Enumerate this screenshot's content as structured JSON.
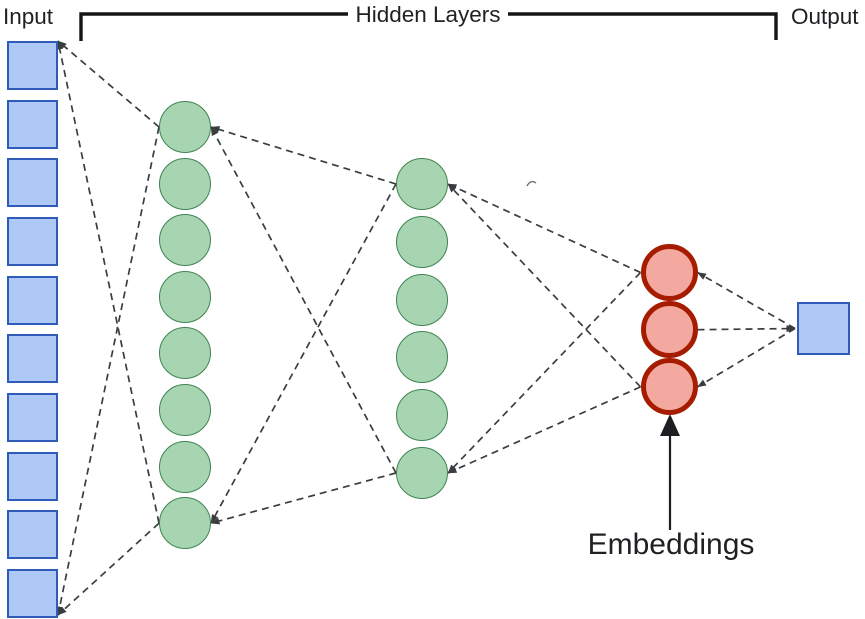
{
  "diagram": {
    "kind": "neural-network-autoencoder",
    "labels": {
      "input": "Input",
      "hidden_layers": "Hidden Layers",
      "output": "Output",
      "embeddings": "Embeddings"
    },
    "colors": {
      "node_blue_fill": "#aec9f5",
      "node_blue_border": "#2e5cb8",
      "node_green_fill": "#a7d5b1",
      "node_green_border": "#3f8452",
      "node_red_fill": "#f3a8a0",
      "node_red_border": "#a61c00",
      "connector": "#3a3d40",
      "annotation": "#1c1e21"
    },
    "layers": [
      {
        "id": "input",
        "role": "input layer",
        "node_count": 10,
        "node_shape": "square",
        "fill": "#aec9f5",
        "border": "#2e5cb8"
      },
      {
        "id": "hidden1",
        "role": "hidden layer 1",
        "node_count": 8,
        "node_shape": "circle",
        "fill": "#a7d5b1",
        "border": "#3f8452"
      },
      {
        "id": "hidden2",
        "role": "hidden layer 2",
        "node_count": 6,
        "node_shape": "circle",
        "fill": "#a7d5b1",
        "border": "#3f8452"
      },
      {
        "id": "embeddings",
        "role": "embedding layer",
        "node_count": 3,
        "node_shape": "circle",
        "fill": "#f3a8a0",
        "border": "#a61c00"
      },
      {
        "id": "output",
        "role": "output layer",
        "node_count": 1,
        "node_shape": "square",
        "fill": "#aec9f5",
        "border": "#2e5cb8"
      }
    ],
    "edges": [
      {
        "from": "input.top",
        "to": "hidden1.0",
        "arrow_at": "from"
      },
      {
        "from": "input.top",
        "to": "hidden1.7",
        "arrow_at": "from"
      },
      {
        "from": "input.bottom",
        "to": "hidden1.0",
        "arrow_at": "from"
      },
      {
        "from": "input.bottom",
        "to": "hidden1.7",
        "arrow_at": "from"
      },
      {
        "from": "hidden1.0",
        "to": "hidden2.0",
        "arrow_at": "from"
      },
      {
        "from": "hidden1.0",
        "to": "hidden2.5",
        "arrow_at": "from"
      },
      {
        "from": "hidden1.7",
        "to": "hidden2.0",
        "arrow_at": "from"
      },
      {
        "from": "hidden1.7",
        "to": "hidden2.5",
        "arrow_at": "from"
      },
      {
        "from": "hidden2.0",
        "to": "embeddings.0",
        "arrow_at": "from"
      },
      {
        "from": "hidden2.0",
        "to": "embeddings.2",
        "arrow_at": "from"
      },
      {
        "from": "hidden2.5",
        "to": "embeddings.0",
        "arrow_at": "from"
      },
      {
        "from": "hidden2.5",
        "to": "embeddings.2",
        "arrow_at": "from"
      },
      {
        "from": "embeddings.0",
        "to": "output.0",
        "arrow_at": "from"
      },
      {
        "from": "embeddings.1",
        "to": "output.0",
        "arrow_at": "to"
      },
      {
        "from": "embeddings.2",
        "to": "output.0",
        "arrow_at": "from"
      }
    ]
  }
}
